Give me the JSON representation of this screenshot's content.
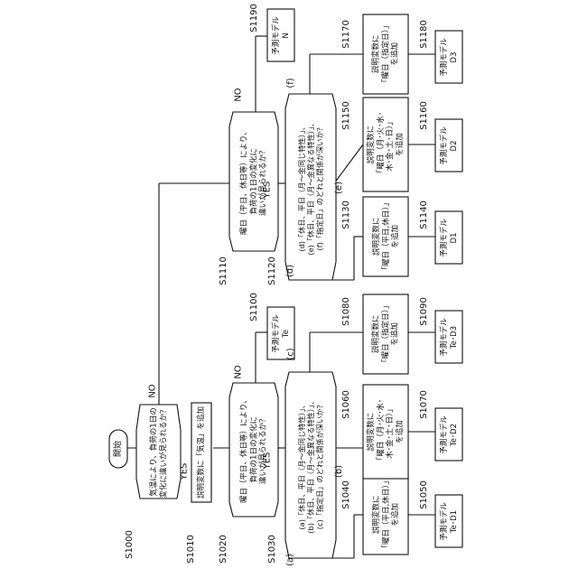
{
  "start": "開始",
  "steps": {
    "S1000": {
      "id": "S1000",
      "lines": [
        "気温により、負荷の1日の",
        "変化に違いが見られるか？"
      ]
    },
    "S1010": {
      "id": "S1010",
      "text": "説明変数に「気温」を追加"
    },
    "S1020": {
      "id": "S1020",
      "lines": [
        "曜日（平日、休日等）により、",
        "負荷の1日の変化に",
        "違いが見られるか？"
      ]
    },
    "S1030": {
      "id": "S1030",
      "lines": [
        "(a)「休日、平日（月～金同じ特性）」、",
        "(b)「休日、平日（月～金異なる特性）」、",
        "(c)「指定日」のどれと関係が深いか？"
      ]
    },
    "S1040": {
      "id": "S1040",
      "lines": [
        "説明変数に",
        "「曜日（平日,休日）」",
        "を追加"
      ]
    },
    "S1050": {
      "id": "S1050",
      "lines": [
        "予測モデル",
        "Te･D1"
      ]
    },
    "S1060": {
      "id": "S1060",
      "lines": [
        "説明変数に",
        "「曜日（月･火･水･",
        "木･金･土･日）」",
        "を追加"
      ]
    },
    "S1070": {
      "id": "S1070",
      "lines": [
        "予測モデル",
        "Te･D2"
      ]
    },
    "S1080": {
      "id": "S1080",
      "lines": [
        "説明変数に",
        "「曜日（指定日）」",
        "を追加"
      ]
    },
    "S1090": {
      "id": "S1090",
      "lines": [
        "予測モデル",
        "Te･D3"
      ]
    },
    "S1100": {
      "id": "S1100",
      "lines": [
        "予測モデル",
        "Te"
      ]
    },
    "S1110": {
      "id": "S1110",
      "lines": [
        "曜日（平日、休日等）により、",
        "負荷の1日の変化に",
        "違いが見られるか？"
      ]
    },
    "S1120": {
      "id": "S1120",
      "lines": [
        "(d)「休日、平日（月～金同じ特性）」、",
        "(e)「休日、平日（月～金異なる特性）」、",
        "(f)「指定日」のどれと関係が深いか？"
      ]
    },
    "S1130": {
      "id": "S1130",
      "lines": [
        "説明変数に",
        "「曜日（平日,休日）」",
        "を追加"
      ]
    },
    "S1140": {
      "id": "S1140",
      "lines": [
        "予測モデル",
        "D1"
      ]
    },
    "S1150": {
      "id": "S1150",
      "lines": [
        "説明変数に",
        "「曜日（月･火･水･",
        "木･金･土･日）」",
        "を追加"
      ]
    },
    "S1160": {
      "id": "S1160",
      "lines": [
        "予測モデル",
        "D2"
      ]
    },
    "S1170": {
      "id": "S1170",
      "lines": [
        "説明変数に",
        "「曜日（指定日）」",
        "を追加"
      ]
    },
    "S1180": {
      "id": "S1180",
      "lines": [
        "予測モデル",
        "D3"
      ]
    },
    "S1190": {
      "id": "S1190",
      "lines": [
        "予測モデル",
        "N"
      ]
    }
  },
  "labels": {
    "yes": "YES",
    "no": "NO",
    "a": "(a)",
    "b": "(b)",
    "c": "(c)",
    "d": "(d)",
    "e": "(e)",
    "f": "(f)"
  }
}
